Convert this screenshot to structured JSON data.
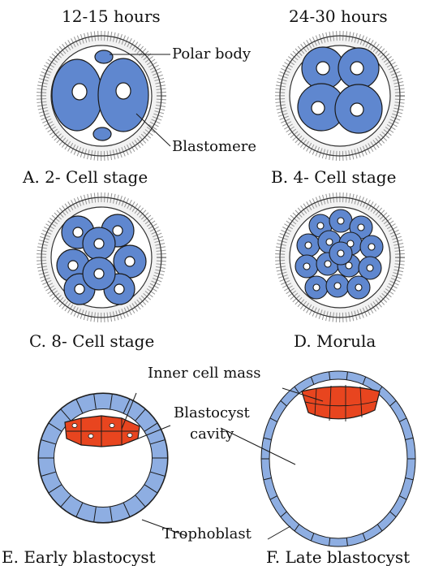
{
  "time_labels": {
    "left": "12-15 hours",
    "right": "24-30 hours"
  },
  "panels": {
    "a": "A. 2- Cell stage",
    "b": "B. 4- Cell stage",
    "c": "C. 8- Cell stage",
    "d": "D. Morula",
    "e": "E. Early blastocyst",
    "f": "F. Late blastocyst"
  },
  "annotations": {
    "polar_body": "Polar body",
    "blastomere": "Blastomere",
    "inner_cell_mass": "Inner cell mass",
    "blastocyst_cavity_line1": "Blastocyst",
    "blastocyst_cavity_line2": "cavity",
    "trophoblast": "Trophoblast"
  },
  "colors": {
    "cell_blue": "#5f87cf",
    "trophoblast_blue": "#8eaee2",
    "inner_cell_red": "#e8451f",
    "outline": "#1a1a1a"
  }
}
